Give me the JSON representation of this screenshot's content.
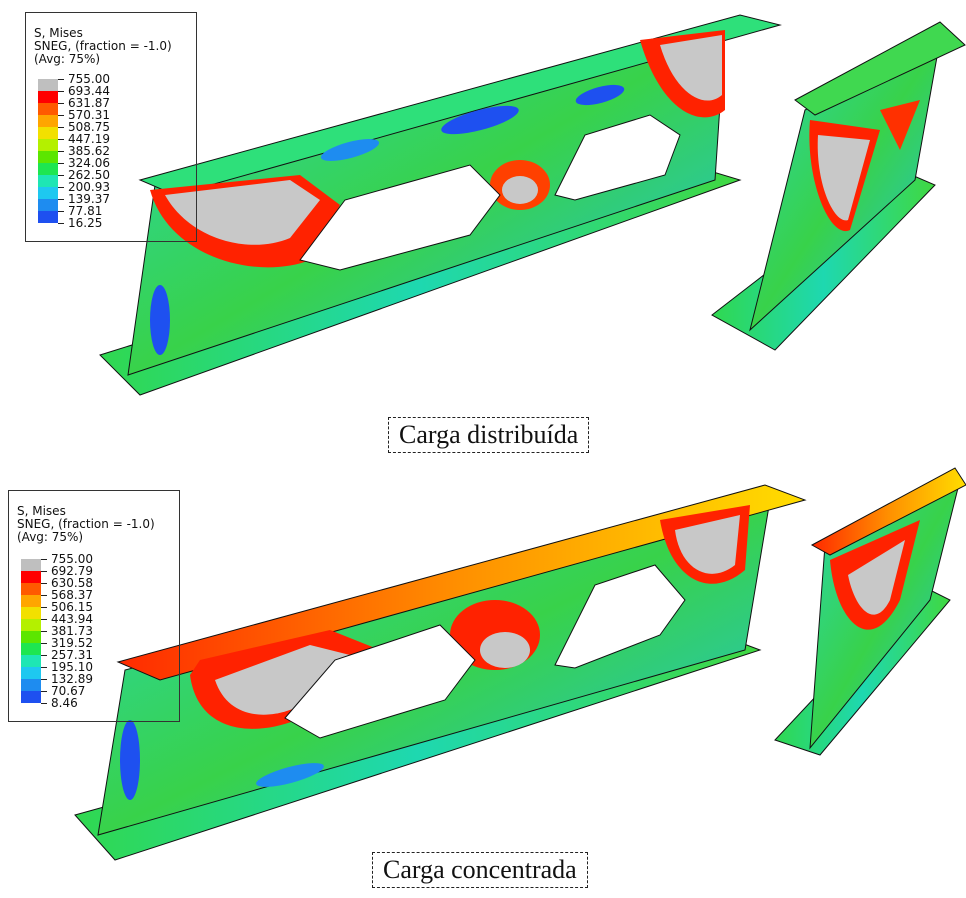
{
  "panels": [
    {
      "legend": {
        "title_lines": [
          "S, Mises",
          "SNEG, (fraction = -1.0)",
          "(Avg: 75%)"
        ],
        "values": [
          "755.00",
          "693.44",
          "631.87",
          "570.31",
          "508.75",
          "447.19",
          "385.62",
          "324.06",
          "262.50",
          "200.93",
          "139.37",
          "77.81",
          "16.25"
        ]
      },
      "caption": "Carga distribuída"
    },
    {
      "legend": {
        "title_lines": [
          "S, Mises",
          "SNEG, (fraction = -1.0)",
          "(Avg: 75%)"
        ],
        "values": [
          "755.00",
          "692.79",
          "630.58",
          "568.37",
          "506.15",
          "443.94",
          "381.73",
          "319.52",
          "257.31",
          "195.10",
          "132.89",
          "70.67",
          "8.46"
        ]
      },
      "caption": "Carga concentrada"
    }
  ],
  "colors": {
    "scale": [
      "#bfbfbf",
      "#ff0000",
      "#ff5a00",
      "#ffa500",
      "#f2e000",
      "#b4f000",
      "#5ce600",
      "#1ee650",
      "#1ee6b4",
      "#1ec8f0",
      "#1e8cf0",
      "#1e50f0",
      "#0000e6"
    ],
    "frame_edge": "#111111"
  }
}
